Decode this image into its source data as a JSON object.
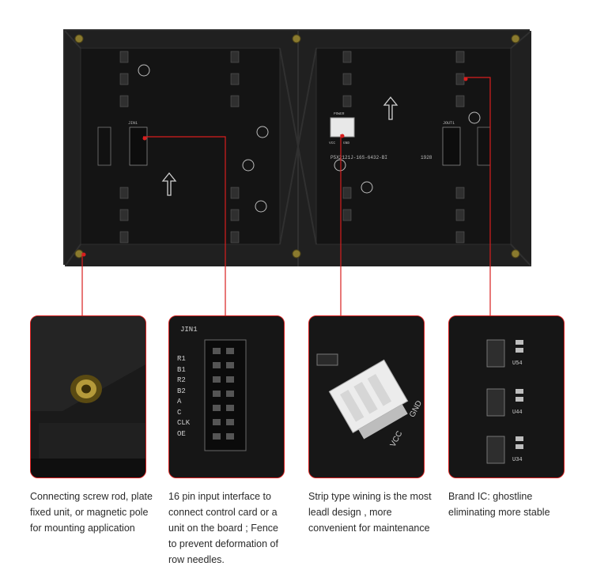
{
  "panel": {
    "model_text": "P5X2121J-16S-6432-BI",
    "code_text": "1928",
    "jin_left": "JIN1",
    "jout_right": "JOUT1",
    "power_label": "POWER",
    "vcc_label": "VCC",
    "gnd_label": "GND"
  },
  "callouts": [
    {
      "caption": "Connecting screw rod, plate fixed unit, or magnetic pole for mounting application"
    },
    {
      "caption": "16 pin input interface to connect control card or a unit on the board ; Fence to prevent deformation of row needles.",
      "header": "JIN1",
      "pins": [
        "R1",
        "B1",
        "R2",
        "B2",
        "A",
        "C",
        "CLK",
        "OE"
      ]
    },
    {
      "caption": "Strip type wining is the most leadl design , more convenient for maintenance",
      "vcc": "VCC",
      "gnd": "GND"
    },
    {
      "caption": "Brand IC: ghostline eliminating more stable",
      "chips": [
        "U54",
        "U44",
        "U34"
      ]
    }
  ],
  "colors": {
    "accent": "#d81e1e",
    "board": "#1b1b1b"
  }
}
